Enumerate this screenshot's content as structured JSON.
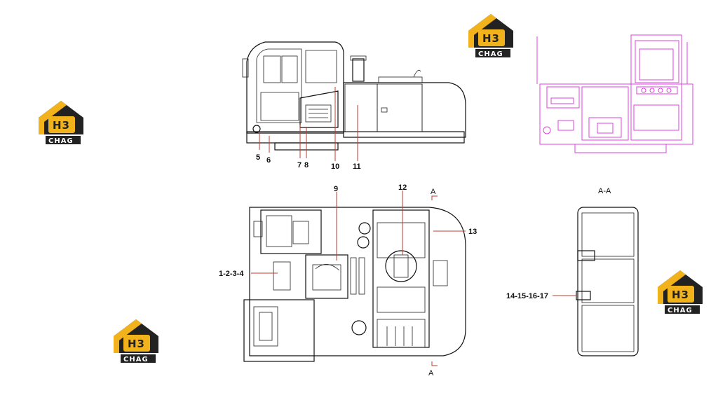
{
  "watermark": {
    "text": "CHAG",
    "logo_letters": "H3",
    "colors": {
      "gold": "#f2b21b",
      "dark": "#222222"
    }
  },
  "callouts": {
    "c1_4": "1-2-3-4",
    "c5": "5",
    "c6": "6",
    "c7": "7",
    "c8": "8",
    "c9": "9",
    "c10": "10",
    "c11": "11",
    "c12": "12",
    "c13": "13",
    "c14_17": "14-15-16-17"
  },
  "section": {
    "mark_top": "A",
    "mark_bottom": "A",
    "title": "A-A"
  },
  "colors": {
    "line": "#111111",
    "magenta": "#e040e0",
    "leader": "#c0392b"
  }
}
